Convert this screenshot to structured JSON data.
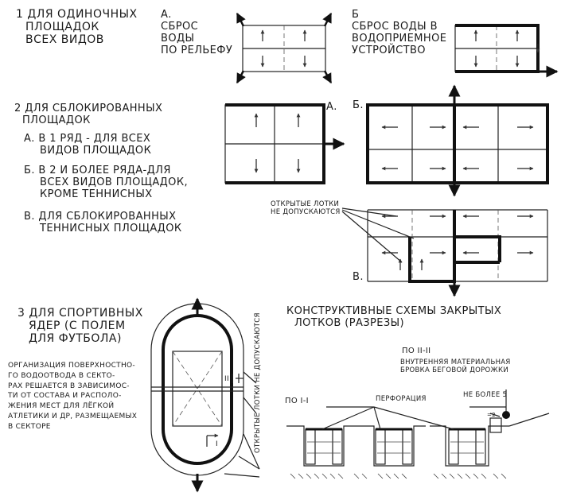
{
  "section1": {
    "title_lines": [
      "1 ДЛЯ ОДИНОЧНЫХ",
      "ПЛОЩАДОК",
      "ВСЕХ ВИДОВ"
    ],
    "a_lines": [
      "А.",
      "СБРОС",
      "ВОДЫ",
      "ПО РЕЛЬЕФУ"
    ],
    "b_lines": [
      "Б",
      "СБРОС ВОДЫ В",
      "ВОДОПРИЕМНОЕ",
      "УСТРОЙСТВО"
    ]
  },
  "section2": {
    "title_lines": [
      "2 ДЛЯ СБЛОКИРОВАННЫХ",
      "ПЛОЩАДОК"
    ],
    "items": [
      [
        "А. В 1 РЯД - ДЛЯ ВСЕХ",
        "ВИДОВ ПЛОЩАДОК"
      ],
      [
        "Б. В 2 И БОЛЕЕ РЯДА-ДЛЯ",
        "ВСЕХ ВИДОВ ПЛОЩАДОК,",
        "КРОМЕ ТЕННИСНЫХ"
      ],
      [
        "В. ДЛЯ СБЛОКИРОВАННЫХ",
        "ТЕННИСНЫХ ПЛОЩАДОК"
      ]
    ],
    "label_a": "А.",
    "label_b": "Б.",
    "label_v": "В.",
    "open_trays_lines": [
      "ОТКРЫТЫЕ ЛОТКИ",
      "НЕ ДОПУСКАЮТСЯ"
    ]
  },
  "section3": {
    "title_lines": [
      "3 ДЛЯ СПОРТИВНЫХ",
      "ЯДЕР (С ПОЛЕМ",
      "ДЛЯ ФУТБОЛА)"
    ],
    "note_lines": [
      "ОРГАНИЗАЦИЯ ПОВЕРХНОСТНО-",
      "ГО ВОДООТВОДА В СЕКТО-",
      "РАХ РЕШАЕТСЯ В ЗАВИСИМОС-",
      "ТИ ОТ СОСТАВА И РАСПОЛО-",
      "ЖЕНИЯ МЕСТ ДЛЯ ЛЁГКОЙ",
      "АТЛЕТИКИ И ДР, РАЗМЕЩАЕМЫХ",
      "В СЕКТОРЕ"
    ],
    "vertical_note": "ОТКРЫТЫЕ ЛОТКИ НЕ ДОПУСКАЮТСЯ",
    "mark_1": "I",
    "mark_2": "II"
  },
  "section4": {
    "title_lines": [
      "КОНСТРУКТИВНЫЕ СХЕМЫ ЗАКРЫТЫХ",
      "ЛОТКОВ (РАЗРЕЗЫ)"
    ],
    "section_1_label": "ПО I-I",
    "section_2_label": "ПО II-II",
    "perforation": "ПЕРФОРАЦИЯ",
    "inner_curb_lines": [
      "ВНУТРЕННЯЯ МАТЕРИАЛЬНАЯ",
      "БРОВКА БЕГОВОЙ ДОРОЖКИ"
    ],
    "not_more": "НЕ БОЛЕЕ 5",
    "dim_2": "=2"
  }
}
